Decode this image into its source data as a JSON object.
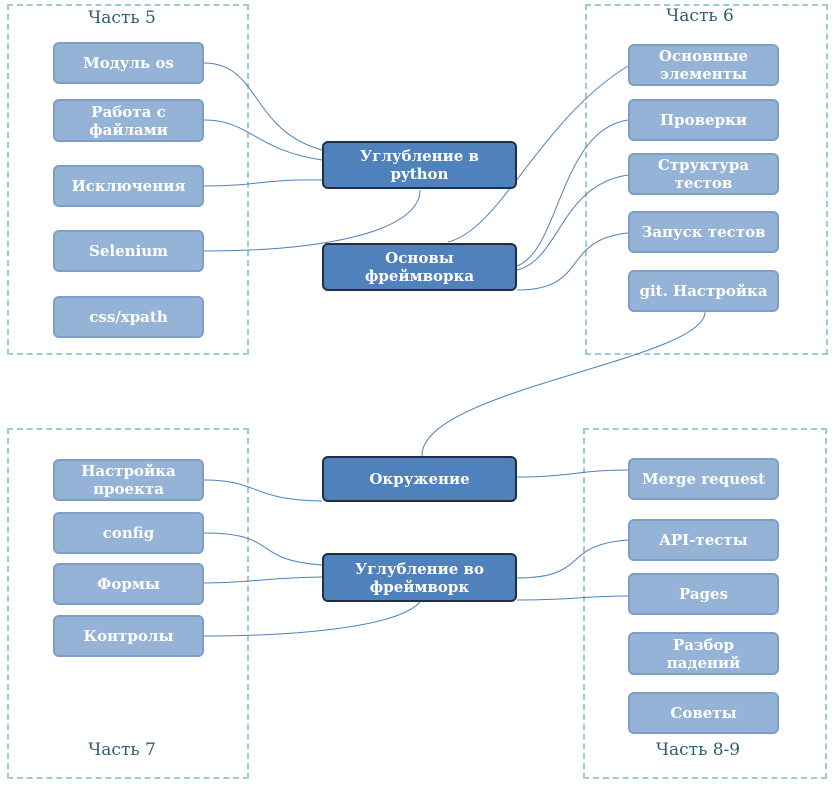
{
  "colors": {
    "hub": "#4f81bd",
    "leaf": "#95b3d7",
    "panel_border": "#9ccad6",
    "link": "#4f81bd"
  },
  "panels": {
    "part5": {
      "title": "Часть 5"
    },
    "part6": {
      "title": "Часть 6"
    },
    "part7": {
      "title": "Часть 7"
    },
    "part89": {
      "title": "Часть 8-9"
    }
  },
  "hubs": {
    "python": "Углубление в python",
    "framework_basics": "Основы фреймворка",
    "environment": "Окружение",
    "framework_deep": "Углубление во фреймворк"
  },
  "part5_items": [
    "Модуль os",
    "Работа с файлами",
    "Исключения",
    "Selenium",
    "css/xpath"
  ],
  "part6_items": [
    "Основные элементы",
    "Проверки",
    "Структура тестов",
    "Запуск тестов",
    "git. Настройка"
  ],
  "part7_items": [
    "Настройка проекта",
    "config",
    "Формы",
    "Контролы"
  ],
  "part89_items": [
    "Merge request",
    "API-тесты",
    "Pages",
    "Разбор падений",
    "Советы"
  ]
}
